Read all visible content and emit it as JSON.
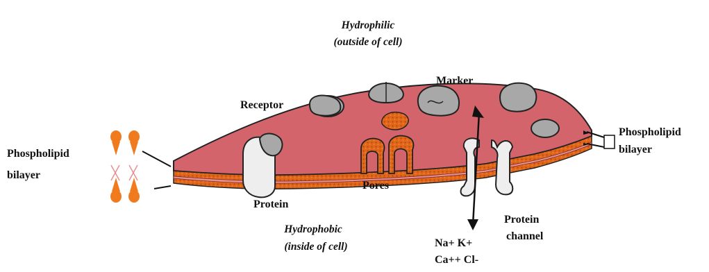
{
  "labels": {
    "hydrophilic_title": "Hydrophilic",
    "hydrophilic_sub": "(outside of cell)",
    "hydrophobic_title": "Hydrophobic",
    "hydrophobic_sub": "(inside of cell)",
    "marker": "Marker",
    "receptor": "Receptor",
    "pores": "Pores",
    "protein": "Protein",
    "protein_channel_1": "Protein",
    "protein_channel_2": "channel",
    "ions_1": "Na+ K+",
    "ions_2": "Ca++ Cl-",
    "left_bilayer_1": "Phospholipid",
    "left_bilayer_2": "bilayer",
    "right_bilayer_1": "Phospholipid",
    "right_bilayer_2": "bilayer"
  },
  "colors": {
    "membrane_top": "#d4646c",
    "membrane_edge": "#c94f57",
    "lipid_layer": "#e06b14",
    "lipid_dark": "#a83808",
    "protein_gray": "#a8a8a8",
    "protein_white": "#eeeeee",
    "phospholipid_head": "#f07a1e",
    "phospholipid_tail": "#e89090"
  }
}
